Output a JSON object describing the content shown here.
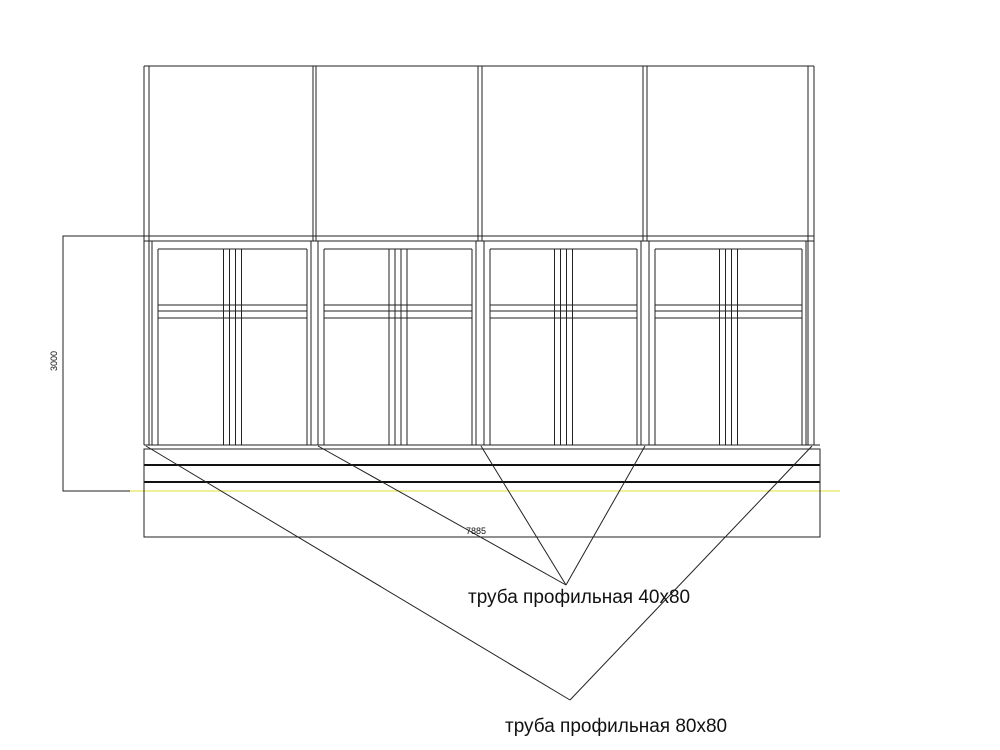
{
  "dimensions": {
    "height": "3000",
    "width": "7885"
  },
  "callouts": {
    "pipe_40x80": "труба профильная  40x80",
    "pipe_80x80": "труба профильная  80x80"
  },
  "colors": {
    "lines": "#222222",
    "axis_line": "#e8e860"
  }
}
